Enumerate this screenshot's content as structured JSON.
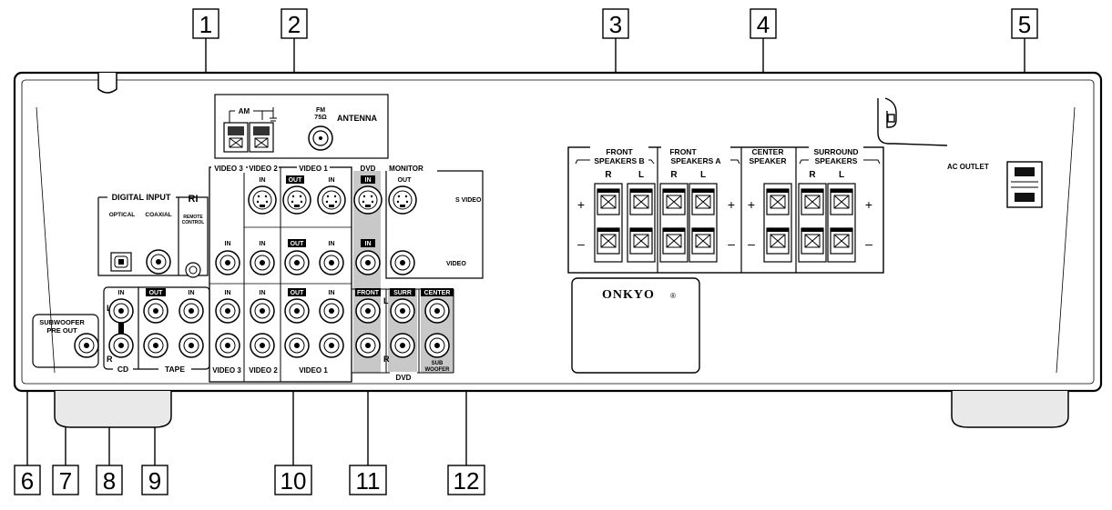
{
  "callouts": [
    "1",
    "2",
    "3",
    "4",
    "5",
    "6",
    "7",
    "8",
    "9",
    "10",
    "11",
    "12"
  ],
  "antenna": {
    "am": "AM",
    "fm": "FM",
    "fm_ohm": "75Ω",
    "label": "ANTENNA"
  },
  "digital_input": {
    "title": "DIGITAL INPUT",
    "optical": "OPTICAL",
    "coaxial": "COAXIAL"
  },
  "remote": {
    "logo": "RI",
    "label_1": "REMOTE",
    "label_2": "CONTROL"
  },
  "subwoofer": {
    "line_1": "SUBWOOFER",
    "line_2": "PRE OUT"
  },
  "video_headers": {
    "video3": "VIDEO 3",
    "video2": "VIDEO 2",
    "video1": "VIDEO 1",
    "dvd": "DVD",
    "monitor": "MONITOR",
    "out": "OUT"
  },
  "jack_labels": {
    "in": "IN",
    "out": "OUT",
    "front": "FRONT",
    "surr": "SURR",
    "center": "CENTER",
    "sub_1": "SUB",
    "sub_2": "WOOFER",
    "left": "L",
    "right": "R"
  },
  "side_labels": {
    "s_video": "S VIDEO",
    "video": "VIDEO"
  },
  "bottom_labels": {
    "cd": "CD",
    "tape": "TAPE",
    "video3": "VIDEO 3",
    "video2": "VIDEO 2",
    "video1": "VIDEO 1",
    "dvd": "DVD"
  },
  "speakers": {
    "front_b_1": "FRONT",
    "front_b_2": "SPEAKERS  B",
    "front_a_1": "FRONT",
    "front_a_2": "SPEAKERS  A",
    "center_1": "CENTER",
    "center_2": "SPEAKER",
    "surround_1": "SURROUND",
    "surround_2": "SPEAKERS",
    "r": "R",
    "l": "L",
    "plus": "+",
    "minus": "–"
  },
  "brand": "ONKYO",
  "brand_mark": "®",
  "ac_outlet": "AC OUTLET"
}
